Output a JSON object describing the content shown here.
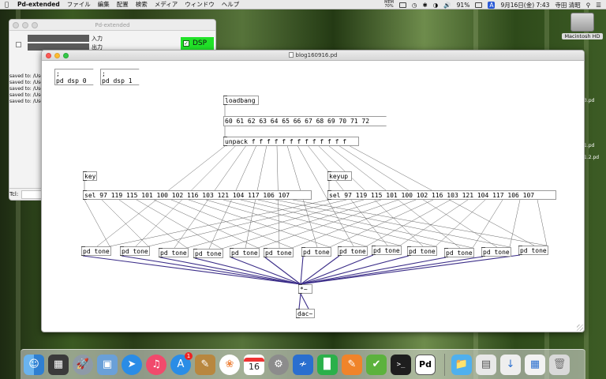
{
  "menubar": {
    "app": "Pd-extended",
    "menus": [
      "ファイル",
      "編集",
      "配置",
      "検索",
      "メディア",
      "ウィンドウ",
      "ヘルプ"
    ],
    "mem_label": "MEM",
    "mem_value": "70%",
    "battery": "91%",
    "input_source": "A",
    "datetime": "9月16日(金)  7:43",
    "user": "寺田 清昭"
  },
  "desktop": {
    "volume_label": "Macintosh HD",
    "side_numbers": [
      "3.pd",
      "1.pd",
      "1.2.pd"
    ]
  },
  "console": {
    "title": "Pd-extended",
    "input_label": "入力",
    "output_label": "出力",
    "dsp_label": "DSP",
    "dsp_checked": "✓",
    "log": [
      "saved to: /Users",
      "saved to: /Users",
      "saved to: /Users",
      "saved to: /Users",
      "saved to: /Users"
    ],
    "tcl_label": "Tcl:"
  },
  "patch": {
    "title": "blog160916.pd",
    "msg_off": ";\npd dsp 0",
    "msg_on": ";\npd dsp 1",
    "loadbang": "loadbang",
    "notes_msg": "60 61 62 63 64 65 66 67 68 69 70 71 72",
    "unpack": "unpack f f f f f f f f f f f f f",
    "key": "key",
    "keyup": "keyup",
    "sel_left": "sel 97 119 115 101 100 102 116 103 121 104 117 106 107",
    "sel_right": "sel 97 119 115 101 100 102 116 103 121 104 117 106 107",
    "tone_label": "pd tone",
    "tone_count": 13,
    "mul": "*~",
    "dac": "dac~"
  },
  "dock": {
    "items": [
      "finder",
      "mission-control",
      "launchpad",
      "preview",
      "safari",
      "itunes",
      "app-store",
      "notes",
      "photos",
      "calendar",
      "system-preferences",
      "logic",
      "numbers",
      "pages",
      "spreadsheet",
      "terminal",
      "pd"
    ],
    "calendar_day": "16",
    "appstore_badge": "1",
    "terminal_text": ">_",
    "pd_text": "Pd"
  }
}
